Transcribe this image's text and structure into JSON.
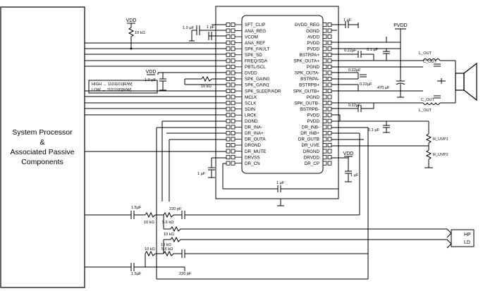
{
  "system_block": {
    "line1": "System Processor",
    "line2": "&",
    "line3": "Associated Passive",
    "line4": "Components"
  },
  "ic": {
    "left_pins": [
      "SFT_CLIP",
      "ANA_REG",
      "VCOM",
      "ANA_REF",
      "SPK_FAULT",
      "SPK_SD",
      "FREQ/SDA",
      "PBTL/SCL",
      "DVDD",
      "SPK_GAIN0",
      "SPK_GAIN1",
      "SPK_SLEEP/ADR",
      "MCLK",
      "SCLK",
      "SDIN",
      "LRCK",
      "DGND",
      "DR_INA-",
      "DR_INA+",
      "DR_OUTA",
      "DRGND",
      "DR_MUTE",
      "DRVSS",
      "DR_CN"
    ],
    "right_pins": [
      "GVDD_REG",
      "GGND",
      "AVDD",
      "PVDD",
      "PVDD",
      "BSTRPA+",
      "SPK_OUTA+",
      "PGND",
      "SPK_OUTA-",
      "BSTRPA-",
      "BSTRPB+",
      "SPK_OUTB+",
      "PGND",
      "SPK_OUTB-",
      "BSTRPB-",
      "PVDD",
      "PVDD",
      "DR_INB-",
      "DR_INB+",
      "DR_OUTB",
      "DR_UVE",
      "DRGND",
      "DRVDD",
      "DR_CP"
    ]
  },
  "supplies": {
    "vdd": "VDD",
    "pvdd": "PVDD"
  },
  "gain_table": {
    "high": "HIGH → 1101101[R/W]",
    "low": "LOW → 1101100[R/W]"
  },
  "components": {
    "r_pullup": "10 kΩ",
    "c_ana_reg": "1.0 µF",
    "c_vcom": "1 µF",
    "c_gvdd": "1 µF",
    "c_avdd": "0.1 µF",
    "c_dvdd": "1.0 µF",
    "r_gain": "10 kΩ",
    "c_bstrp_a1": "0.22µF",
    "c_bstrp_a2": "0.22µF",
    "c_bstrp_b1": "0.22µF",
    "c_bstrp_b2": "0.22µF",
    "c_bulk": "470 µF",
    "c_pvdd2": "0.1 µF",
    "c_drvss": "1 µF",
    "c_drcn": "1 µF",
    "c_drcp": "1 µF",
    "l_out1": "L_OUT",
    "c_out1": "C_OUT",
    "l_out2": "L_OUT",
    "c_out2": "C_OUT",
    "r_uvp1": "R_UVP1",
    "r_uvp2": "R_UVP2",
    "hp_in_c1": "1.5µF",
    "hp_in_r1": "10 kΩ",
    "hp_fb_c1": "220 pF",
    "hp_fb_r1": "5.6 kΩ",
    "hp_fb_r1b": "10 kΩ",
    "hp_in_r2": "10 kΩ",
    "hp_fb_r2": "5.6 kΩ",
    "hp_fb_r2b": "10 kΩ",
    "hp_in_c2": "1.5µF",
    "hp_fb_c2": "220 pF"
  },
  "connector": {
    "hp": "HP",
    "ld": "LD"
  }
}
